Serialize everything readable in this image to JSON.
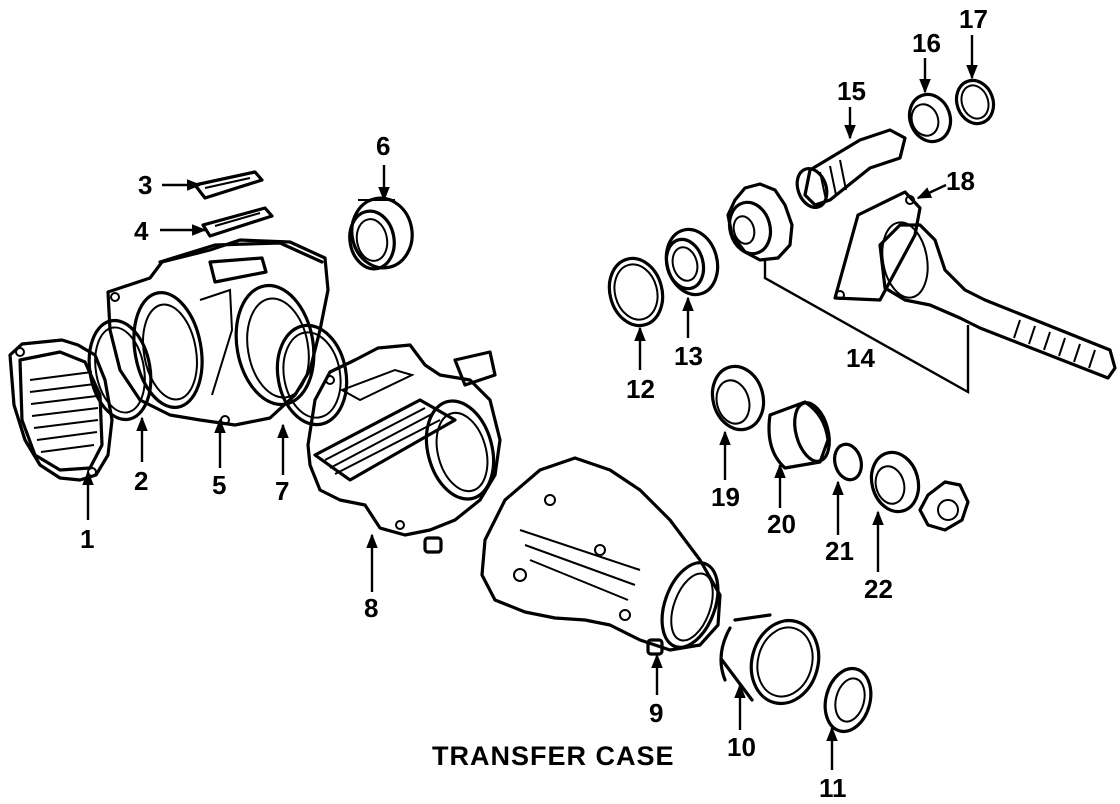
{
  "title": "TRANSFER CASE",
  "callouts": [
    "1",
    "2",
    "3",
    "4",
    "5",
    "6",
    "7",
    "8",
    "9",
    "10",
    "11",
    "12",
    "13",
    "14",
    "15",
    "16",
    "17",
    "18",
    "19",
    "20",
    "21",
    "22"
  ]
}
